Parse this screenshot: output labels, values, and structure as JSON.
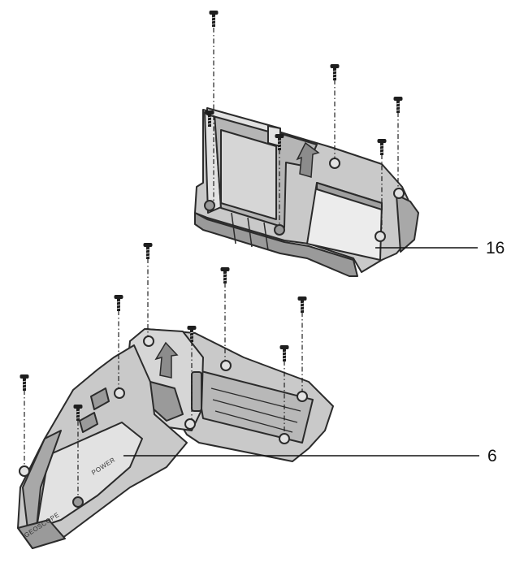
{
  "figure": {
    "callouts": [
      {
        "id": "housing-top-part",
        "label": "16"
      },
      {
        "id": "housing-bottom-part",
        "label": "6"
      }
    ],
    "housing_text": {
      "power_label": "POWER",
      "brand_label": "GEOSCOPE"
    },
    "colors": {
      "outline": "#2b2b2b",
      "body_fill": "#c9c9c9",
      "body_light": "#e2e2e2",
      "body_dark": "#9a9a9a",
      "arrow_fill": "#8c8c8c",
      "screw_fill": "#1e1e1e"
    },
    "icons": [
      "screw-icon",
      "lift-arrow-icon"
    ]
  }
}
